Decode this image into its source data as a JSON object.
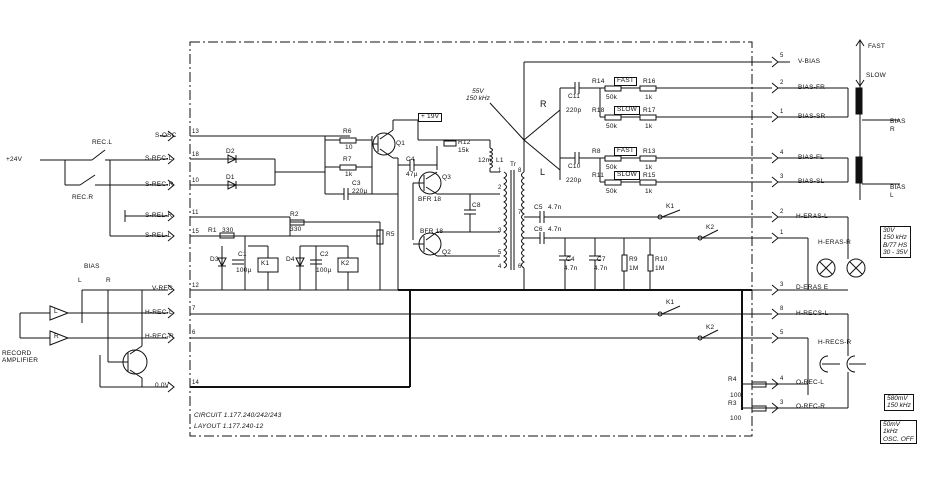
{
  "nets": {
    "supply": "+24V",
    "rec_l": "REC.L",
    "rec_r": "REC.R",
    "s_osc": "S-OSC",
    "s_rec_l": "S-REC-L",
    "s_rec_r": "S-REC-R",
    "s_rel_r": "S-REL-R",
    "s_rel_l": "S-REL-L",
    "v_rec": "V-REC",
    "h_rec_l": "H-REC-L",
    "h_rec_r": "H-REC-R",
    "gnd": "0.0V",
    "bias_top": "BIAS",
    "L": "L",
    "R": "R",
    "record_amp": "RECORD\nAMPLIFIER",
    "v_bias": "V-BIAS",
    "bias_fr": "BIAS-FR",
    "bias_sr": "BIAS-SR",
    "bias_fl": "BIAS-FL",
    "bias_sl": "BIAS-SL",
    "h_eras_l": "H-ERAS-L",
    "h_eras_r": "H-ERAS-R",
    "d_eras_e": "D-ERAS  E",
    "h_recs_l": "H-RECS-L",
    "h_recs_r": "H-RECS-R",
    "o_rec_l": "O-REC-L",
    "o_rec_r": "O-REC-R",
    "fast": "FAST",
    "slow": "SLOW",
    "bias_r": "BIAS\nR",
    "bias_l": "BIAS\nL",
    "section_r": "R",
    "section_l": "L",
    "plus19": "+ 19V",
    "osc_note": "55V\n150 kHz"
  },
  "pins": {
    "p13": "13",
    "p18": "18",
    "p10": "10",
    "p11": "11",
    "p15": "15",
    "p12": "12",
    "p7": "7",
    "p6": "6",
    "p14": "14",
    "p5": "5",
    "p2": "2",
    "p1": "1",
    "p4": "4",
    "p3": "3",
    "q2": "2",
    "q1": "1",
    "q3": "3",
    "q8": "8",
    "q5": "5",
    "q8b": "8",
    "q4": "4",
    "q5b": "5",
    "q3b": "3"
  },
  "components": {
    "r6": "R6",
    "r6v": "10",
    "r7": "R7",
    "r7v": "1k",
    "c3": "C3",
    "c3v": "220µ",
    "q1": "Q1",
    "c4": "C4",
    "c4v": "47µ",
    "r12": "R12",
    "r12v": "15k",
    "l1": "L1",
    "l1v": "12m",
    "q3": "Q3",
    "bfr18a": "BFR 18",
    "c8": "C8",
    "q2": "Q2",
    "bfr18b": "BFR 18",
    "tr": "Tr",
    "r1": "R1",
    "r1v": "330",
    "r2": "R2",
    "r2v": "330",
    "r5": "R5",
    "d1": "D1",
    "d2": "D2",
    "d3": "D3",
    "d4": "D4",
    "c1": "C1",
    "c1v": "100µ",
    "c2": "C2",
    "c2v": "100µ",
    "k1": "K1",
    "k2": "K2",
    "c11": "C11",
    "c11v": "220p",
    "r14": "R14",
    "r14v": "50k",
    "r16": "R16",
    "r16v": "1k",
    "r18": "R18",
    "r18v": "50k",
    "r17": "R17",
    "r17v": "1k",
    "c10": "C10",
    "c10v": "220p",
    "r8": "R8",
    "r8v": "50k",
    "r13": "R13",
    "r13v": "1k",
    "r11": "R11",
    "r11v": "50k",
    "r15": "R15",
    "r15v": "1k",
    "c5": "C5",
    "c5v": "4.7n",
    "c6": "C6",
    "c6v": "4.7n",
    "c4b": "C4",
    "c4bv": "4.7n",
    "c7": "C7",
    "c7v": "4.7n",
    "r9": "R9",
    "r9v": "1M",
    "r10": "R10",
    "r10v": "1M",
    "k1a": "K1",
    "k2a": "K2",
    "k1b": "K1",
    "k2b": "K2",
    "r4": "R4",
    "r4v": "100",
    "r3": "R3",
    "r3v": "100"
  },
  "notes": {
    "eras": "30V\n150 kHz\nB/77 HS\n30 - 35V",
    "rec_level": "580mV\n150 kHz",
    "osc_off": "50mV\n1kHz\nOSC. OFF"
  },
  "footer": {
    "circuit": "CIRCUIT   1.177.240/242/243",
    "layout": "LAYOUT   1.177.240-12"
  }
}
